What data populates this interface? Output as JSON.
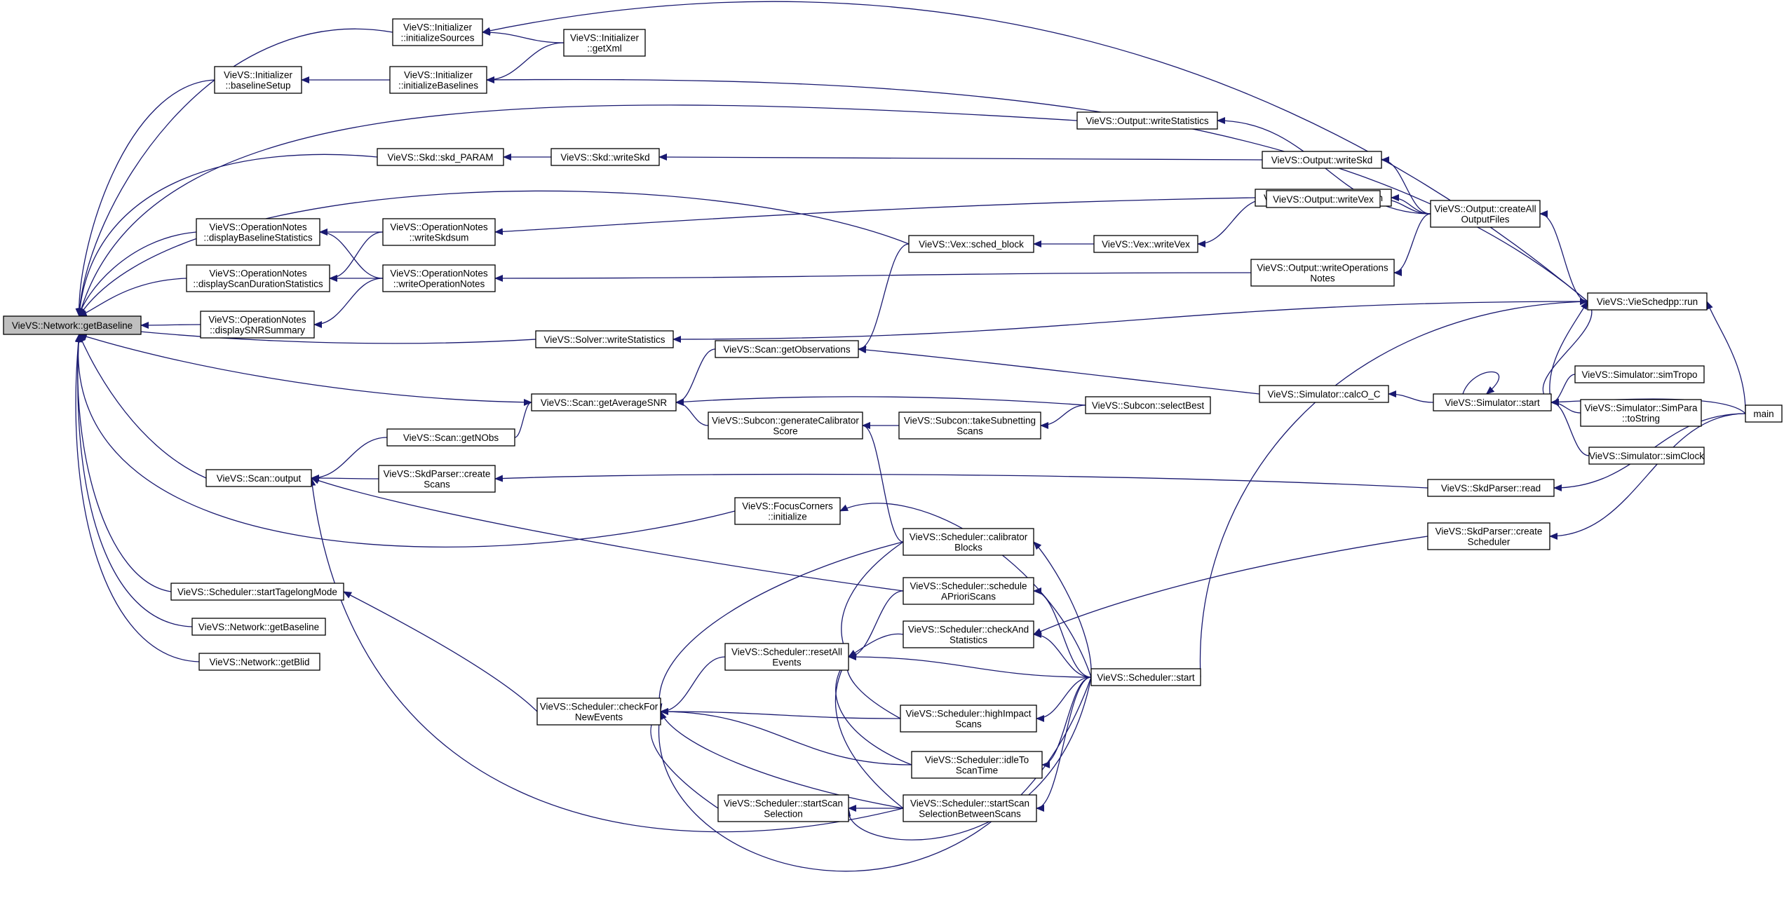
{
  "diagram": {
    "nodes": [
      {
        "id": "root",
        "lines": [
          "VieVS::Network::getBaseline"
        ],
        "root": true
      },
      {
        "id": "initSources",
        "lines": [
          "VieVS::Initializer",
          "::initializeSources"
        ]
      },
      {
        "id": "getXml",
        "lines": [
          "VieVS::Initializer",
          "::getXml"
        ]
      },
      {
        "id": "baselineSetup",
        "lines": [
          "VieVS::Initializer",
          "::baselineSetup"
        ]
      },
      {
        "id": "initBaselines",
        "lines": [
          "VieVS::Initializer",
          "::initializeBaselines"
        ]
      },
      {
        "id": "outWriteStats",
        "lines": [
          "VieVS::Output::writeStatistics"
        ]
      },
      {
        "id": "skdParam",
        "lines": [
          "VieVS::Skd::skd_PARAM"
        ]
      },
      {
        "id": "skdWriteSkd",
        "lines": [
          "VieVS::Skd::writeSkd"
        ]
      },
      {
        "id": "outWriteSkd",
        "lines": [
          "VieVS::Output::writeSkd"
        ]
      },
      {
        "id": "outWriteSkdsum",
        "lines": [
          "VieVS::Output::writeSkdsum"
        ]
      },
      {
        "id": "outCreateAll",
        "lines": [
          "VieVS::Output::createAll",
          "OutputFiles"
        ]
      },
      {
        "id": "onDispBaseline",
        "lines": [
          "VieVS::OperationNotes",
          "::displayBaselineStatistics"
        ]
      },
      {
        "id": "onWriteSkdsum",
        "lines": [
          "VieVS::OperationNotes",
          "::writeSkdsum"
        ]
      },
      {
        "id": "vexSched",
        "lines": [
          "VieVS::Vex::sched_block"
        ]
      },
      {
        "id": "vexWriteVex",
        "lines": [
          "VieVS::Vex::writeVex"
        ]
      },
      {
        "id": "outWriteVex",
        "lines": [
          "VieVS::Output::writeVex"
        ]
      },
      {
        "id": "onDispScanDur",
        "lines": [
          "VieVS::OperationNotes",
          "::displayScanDurationStatistics"
        ]
      },
      {
        "id": "onWriteOpNotes",
        "lines": [
          "VieVS::OperationNotes",
          "::writeOperationNotes"
        ]
      },
      {
        "id": "outWriteOpNotes",
        "lines": [
          "VieVS::Output::writeOperations",
          "Notes"
        ]
      },
      {
        "id": "vieSchedRun",
        "lines": [
          "VieVS::VieSchedpp::run"
        ]
      },
      {
        "id": "onDispSNR",
        "lines": [
          "VieVS::OperationNotes",
          "::displaySNRSummary"
        ]
      },
      {
        "id": "solverWriteStats",
        "lines": [
          "VieVS::Solver::writeStatistics"
        ]
      },
      {
        "id": "scanGetObs",
        "lines": [
          "VieVS::Scan::getObservations"
        ]
      },
      {
        "id": "simCalcOC",
        "lines": [
          "VieVS::Simulator::calcO_C"
        ]
      },
      {
        "id": "simStart",
        "lines": [
          "VieVS::Simulator::start"
        ]
      },
      {
        "id": "simTropo",
        "lines": [
          "VieVS::Simulator::simTropo"
        ]
      },
      {
        "id": "scanAvgSNR",
        "lines": [
          "VieVS::Scan::getAverageSNR"
        ]
      },
      {
        "id": "subconSelectBest",
        "lines": [
          "VieVS::Subcon::selectBest"
        ]
      },
      {
        "id": "simParaToString",
        "lines": [
          "VieVS::Simulator::SimPara",
          "::toString"
        ]
      },
      {
        "id": "main",
        "lines": [
          "main"
        ]
      },
      {
        "id": "subconGenCal",
        "lines": [
          "VieVS::Subcon::generateCalibrator",
          "Score"
        ]
      },
      {
        "id": "subconTakeSub",
        "lines": [
          "VieVS::Subcon::takeSubnetting",
          "Scans"
        ]
      },
      {
        "id": "scanGetNObs",
        "lines": [
          "VieVS::Scan::getNObs"
        ]
      },
      {
        "id": "simClock",
        "lines": [
          "VieVS::Simulator::simClock"
        ]
      },
      {
        "id": "scanOutput",
        "lines": [
          "VieVS::Scan::output"
        ]
      },
      {
        "id": "skdParserCreateScans",
        "lines": [
          "VieVS::SkdParser::create",
          "Scans"
        ]
      },
      {
        "id": "skdParserRead",
        "lines": [
          "VieVS::SkdParser::read"
        ]
      },
      {
        "id": "focusCorners",
        "lines": [
          "VieVS::FocusCorners",
          "::initialize"
        ]
      },
      {
        "id": "schedCalBlocks",
        "lines": [
          "VieVS::Scheduler::calibrator",
          "Blocks"
        ]
      },
      {
        "id": "skdParserCreateSched",
        "lines": [
          "VieVS::SkdParser::create",
          "Scheduler"
        ]
      },
      {
        "id": "schedStartTagelong",
        "lines": [
          "VieVS::Scheduler::startTagelongMode"
        ]
      },
      {
        "id": "schedAPriori",
        "lines": [
          "VieVS::Scheduler::schedule",
          "APrioriScans"
        ]
      },
      {
        "id": "netGetBaseline2",
        "lines": [
          "VieVS::Network::getBaseline"
        ]
      },
      {
        "id": "schedCheckAnd",
        "lines": [
          "VieVS::Scheduler::checkAnd",
          "Statistics"
        ]
      },
      {
        "id": "schedResetAll",
        "lines": [
          "VieVS::Scheduler::resetAll",
          "Events"
        ]
      },
      {
        "id": "netGetBlid",
        "lines": [
          "VieVS::Network::getBlid"
        ]
      },
      {
        "id": "schedStart",
        "lines": [
          "VieVS::Scheduler::start"
        ]
      },
      {
        "id": "schedCheckFor",
        "lines": [
          "VieVS::Scheduler::checkFor",
          "NewEvents"
        ]
      },
      {
        "id": "schedHighImpact",
        "lines": [
          "VieVS::Scheduler::highImpact",
          "Scans"
        ]
      },
      {
        "id": "schedIdleTo",
        "lines": [
          "VieVS::Scheduler::idleTo",
          "ScanTime"
        ]
      },
      {
        "id": "schedStartScanSel",
        "lines": [
          "VieVS::Scheduler::startScan",
          "Selection"
        ]
      },
      {
        "id": "schedStartScanSelBetween",
        "lines": [
          "VieVS::Scheduler::startScan",
          "SelectionBetweenScans"
        ]
      }
    ],
    "edges": [
      [
        "initSources",
        "root"
      ],
      [
        "getXml",
        "initSources"
      ],
      [
        "vieSchedRun",
        "initSources"
      ],
      [
        "baselineSetup",
        "root"
      ],
      [
        "initBaselines",
        "baselineSetup"
      ],
      [
        "getXml",
        "initBaselines"
      ],
      [
        "vieSchedRun",
        "initBaselines"
      ],
      [
        "outWriteStats",
        "root"
      ],
      [
        "outCreateAll",
        "outWriteStats"
      ],
      [
        "skdParam",
        "root"
      ],
      [
        "skdWriteSkd",
        "skdParam"
      ],
      [
        "outWriteSkd",
        "skdWriteSkd"
      ],
      [
        "outCreateAll",
        "outWriteSkd"
      ],
      [
        "outCreateAll",
        "outWriteSkdsum"
      ],
      [
        "outCreateAll",
        "outWriteVex"
      ],
      [
        "outCreateAll",
        "outWriteOpNotes"
      ],
      [
        "vieSchedRun",
        "outCreateAll"
      ],
      [
        "onDispBaseline",
        "root"
      ],
      [
        "onWriteSkdsum",
        "onDispBaseline"
      ],
      [
        "onWriteOpNotes",
        "onDispBaseline"
      ],
      [
        "outWriteSkdsum",
        "onWriteSkdsum"
      ],
      [
        "vexSched",
        "root"
      ],
      [
        "vexWriteVex",
        "vexSched"
      ],
      [
        "outWriteVex",
        "vexWriteVex"
      ],
      [
        "onDispScanDur",
        "root"
      ],
      [
        "onWriteSkdsum",
        "onDispScanDur"
      ],
      [
        "onWriteOpNotes",
        "onDispScanDur"
      ],
      [
        "outWriteOpNotes",
        "onWriteOpNotes"
      ],
      [
        "onDispSNR",
        "root"
      ],
      [
        "onWriteOpNotes",
        "onDispSNR"
      ],
      [
        "solverWriteStats",
        "root"
      ],
      [
        "vieSchedRun",
        "solverWriteStats"
      ],
      [
        "scanAvgSNR",
        "root"
      ],
      [
        "scanGetObs",
        "scanAvgSNR"
      ],
      [
        "subconGenCal",
        "scanAvgSNR"
      ],
      [
        "subconSelectBest",
        "scanAvgSNR"
      ],
      [
        "scanGetNObs",
        "scanAvgSNR"
      ],
      [
        "vexSched",
        "scanGetObs"
      ],
      [
        "simCalcOC",
        "scanGetObs"
      ],
      [
        "simStart",
        "simCalcOC"
      ],
      [
        "simStart",
        "simStart"
      ],
      [
        "simTropo",
        "simStart"
      ],
      [
        "simParaToString",
        "simStart"
      ],
      [
        "simClock",
        "simStart"
      ],
      [
        "main",
        "simStart"
      ],
      [
        "main",
        "vieSchedRun"
      ],
      [
        "vieSchedRun",
        "simStart"
      ],
      [
        "simStart",
        "vieSchedRun"
      ],
      [
        "subconTakeSub",
        "subconGenCal"
      ],
      [
        "subconSelectBest",
        "subconTakeSub"
      ],
      [
        "schedCalBlocks",
        "subconGenCal"
      ],
      [
        "scanOutput",
        "root"
      ],
      [
        "scanGetNObs",
        "scanOutput"
      ],
      [
        "skdParserCreateScans",
        "scanOutput"
      ],
      [
        "schedAPriori",
        "scanOutput"
      ],
      [
        "schedStartScanSelBetween",
        "scanOutput"
      ],
      [
        "skdParserRead",
        "skdParserCreateScans"
      ],
      [
        "main",
        "skdParserRead"
      ],
      [
        "focusCorners",
        "root"
      ],
      [
        "schedStart",
        "focusCorners"
      ],
      [
        "schedStart",
        "schedCalBlocks"
      ],
      [
        "schedStart",
        "schedAPriori"
      ],
      [
        "schedStart",
        "schedCheckAnd"
      ],
      [
        "schedStart",
        "schedResetAll"
      ],
      [
        "schedStart",
        "vieSchedRun"
      ],
      [
        "skdParserCreateSched",
        "schedCheckAnd"
      ],
      [
        "main",
        "skdParserCreateSched"
      ],
      [
        "schedStartTagelong",
        "root"
      ],
      [
        "schedCheckFor",
        "schedStartTagelong"
      ],
      [
        "netGetBaseline2",
        "root"
      ],
      [
        "netGetBlid",
        "root"
      ],
      [
        "schedCalBlocks",
        "schedResetAll"
      ],
      [
        "schedAPriori",
        "schedResetAll"
      ],
      [
        "schedCheckAnd",
        "schedResetAll"
      ],
      [
        "schedHighImpact",
        "schedResetAll"
      ],
      [
        "schedIdleTo",
        "schedResetAll"
      ],
      [
        "schedStartScanSelBetween",
        "schedResetAll"
      ],
      [
        "schedResetAll",
        "schedCheckFor"
      ],
      [
        "schedCalBlocks",
        "schedCheckFor"
      ],
      [
        "schedHighImpact",
        "schedCheckFor"
      ],
      [
        "schedIdleTo",
        "schedCheckFor"
      ],
      [
        "schedStartScanSel",
        "schedCheckFor"
      ],
      [
        "schedStartScanSelBetween",
        "schedCheckFor"
      ],
      [
        "schedStart",
        "schedCheckFor"
      ],
      [
        "schedStart",
        "schedHighImpact"
      ],
      [
        "schedStart",
        "schedIdleTo"
      ],
      [
        "schedStart",
        "schedStartScanSelBetween"
      ],
      [
        "schedStart",
        "schedStartScanSel"
      ],
      [
        "schedStartScanSelBetween",
        "schedStartScanSel"
      ]
    ]
  }
}
